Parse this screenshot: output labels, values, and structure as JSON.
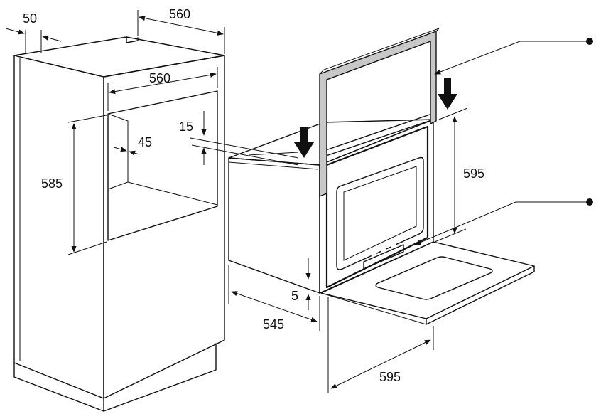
{
  "diagram": {
    "dimensions": {
      "cabinet_side_gap": "50",
      "cabinet_depth": "560",
      "niche_width": "560",
      "niche_height": "585",
      "niche_side_recess": "45",
      "top_gap": "15",
      "oven_front_height": "595",
      "oven_depth": "545",
      "bottom_gap": "5",
      "oven_front_width": "595"
    },
    "colors": {
      "line": "#111111",
      "frame": "#c8c8c8",
      "background": "#ffffff"
    }
  }
}
